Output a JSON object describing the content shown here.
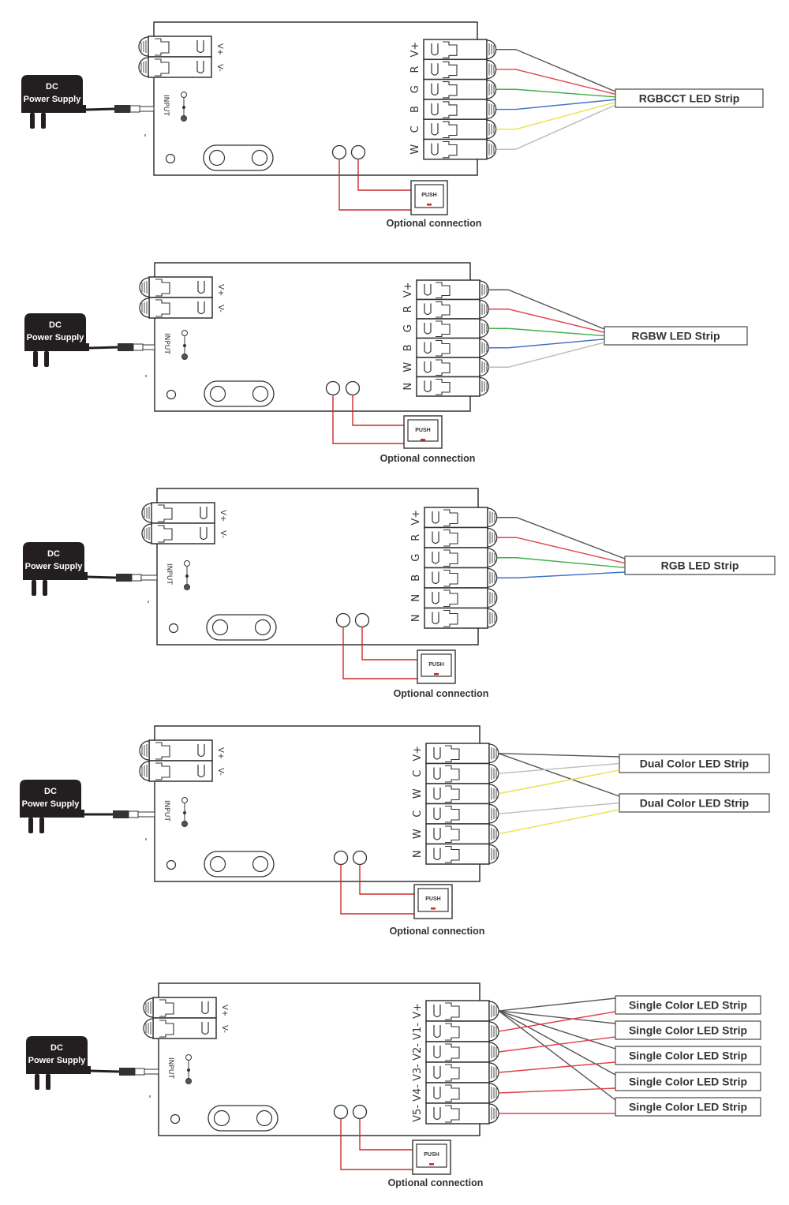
{
  "common": {
    "power_supply_label_line1": "DC",
    "power_supply_label_line2": "Power Supply",
    "input_label": "INPUT",
    "input_terminal_labels": [
      "V+",
      "V-"
    ],
    "push_button_label": "PUSH",
    "optional_label": "Optional connection"
  },
  "colors": {
    "outline": "#333333",
    "wire_black": "#555555",
    "wire_red": "#e0404a",
    "wire_green": "#3fae49",
    "wire_blue": "#3f6fc4",
    "wire_yellow": "#e8e04a",
    "wire_white": "#bbbbbb",
    "push_wire": "#cc2a2a",
    "power_supply_body": "#231f20"
  },
  "panels": [
    {
      "name": "rgbcct",
      "terminals": [
        "V+",
        "R",
        "G",
        "B",
        "C",
        "W"
      ],
      "strips": [
        "RGBCCT LED Strip"
      ],
      "wires": [
        {
          "terminal": 0,
          "strip": 0,
          "color": "wire_black"
        },
        {
          "terminal": 1,
          "strip": 0,
          "color": "wire_red"
        },
        {
          "terminal": 2,
          "strip": 0,
          "color": "wire_green"
        },
        {
          "terminal": 3,
          "strip": 0,
          "color": "wire_blue"
        },
        {
          "terminal": 4,
          "strip": 0,
          "color": "wire_yellow"
        },
        {
          "terminal": 5,
          "strip": 0,
          "color": "wire_white"
        }
      ]
    },
    {
      "name": "rgbw",
      "terminals": [
        "V+",
        "R",
        "G",
        "B",
        "W",
        "N"
      ],
      "strips": [
        "RGBW LED Strip"
      ],
      "wires": [
        {
          "terminal": 0,
          "strip": 0,
          "color": "wire_black"
        },
        {
          "terminal": 1,
          "strip": 0,
          "color": "wire_red"
        },
        {
          "terminal": 2,
          "strip": 0,
          "color": "wire_green"
        },
        {
          "terminal": 3,
          "strip": 0,
          "color": "wire_blue"
        },
        {
          "terminal": 4,
          "strip": 0,
          "color": "wire_white"
        }
      ]
    },
    {
      "name": "rgb",
      "terminals": [
        "V+",
        "R",
        "G",
        "B",
        "N",
        "N"
      ],
      "strips": [
        "RGB LED Strip"
      ],
      "wires": [
        {
          "terminal": 0,
          "strip": 0,
          "color": "wire_black"
        },
        {
          "terminal": 1,
          "strip": 0,
          "color": "wire_red"
        },
        {
          "terminal": 2,
          "strip": 0,
          "color": "wire_green"
        },
        {
          "terminal": 3,
          "strip": 0,
          "color": "wire_blue"
        }
      ]
    },
    {
      "name": "dual-color",
      "terminals": [
        "V+",
        "C",
        "W",
        "C",
        "W",
        "N"
      ],
      "strips": [
        "Dual Color LED Strip",
        "Dual Color LED Strip"
      ],
      "wires": [
        {
          "terminal": 0,
          "strip": 0,
          "color": "wire_black"
        },
        {
          "terminal": 0,
          "strip": 1,
          "color": "wire_black"
        },
        {
          "terminal": 1,
          "strip": 0,
          "color": "wire_white"
        },
        {
          "terminal": 2,
          "strip": 0,
          "color": "wire_yellow"
        },
        {
          "terminal": 3,
          "strip": 1,
          "color": "wire_white"
        },
        {
          "terminal": 4,
          "strip": 1,
          "color": "wire_yellow"
        }
      ]
    },
    {
      "name": "single-color",
      "terminals": [
        "V+",
        "V1-",
        "V2-",
        "V3-",
        "V4-",
        "V5-"
      ],
      "strips": [
        "Single Color LED Strip",
        "Single Color LED Strip",
        "Single Color LED Strip",
        "Single Color LED Strip",
        "Single Color LED Strip"
      ],
      "wires": [
        {
          "terminal": 0,
          "strip": 0,
          "color": "wire_black"
        },
        {
          "terminal": 0,
          "strip": 1,
          "color": "wire_black"
        },
        {
          "terminal": 0,
          "strip": 2,
          "color": "wire_black"
        },
        {
          "terminal": 0,
          "strip": 3,
          "color": "wire_black"
        },
        {
          "terminal": 0,
          "strip": 4,
          "color": "wire_black"
        },
        {
          "terminal": 1,
          "strip": 0,
          "color": "wire_red"
        },
        {
          "terminal": 2,
          "strip": 1,
          "color": "wire_red"
        },
        {
          "terminal": 3,
          "strip": 2,
          "color": "wire_red"
        },
        {
          "terminal": 4,
          "strip": 3,
          "color": "wire_red"
        },
        {
          "terminal": 5,
          "strip": 4,
          "color": "wire_red"
        }
      ]
    }
  ]
}
